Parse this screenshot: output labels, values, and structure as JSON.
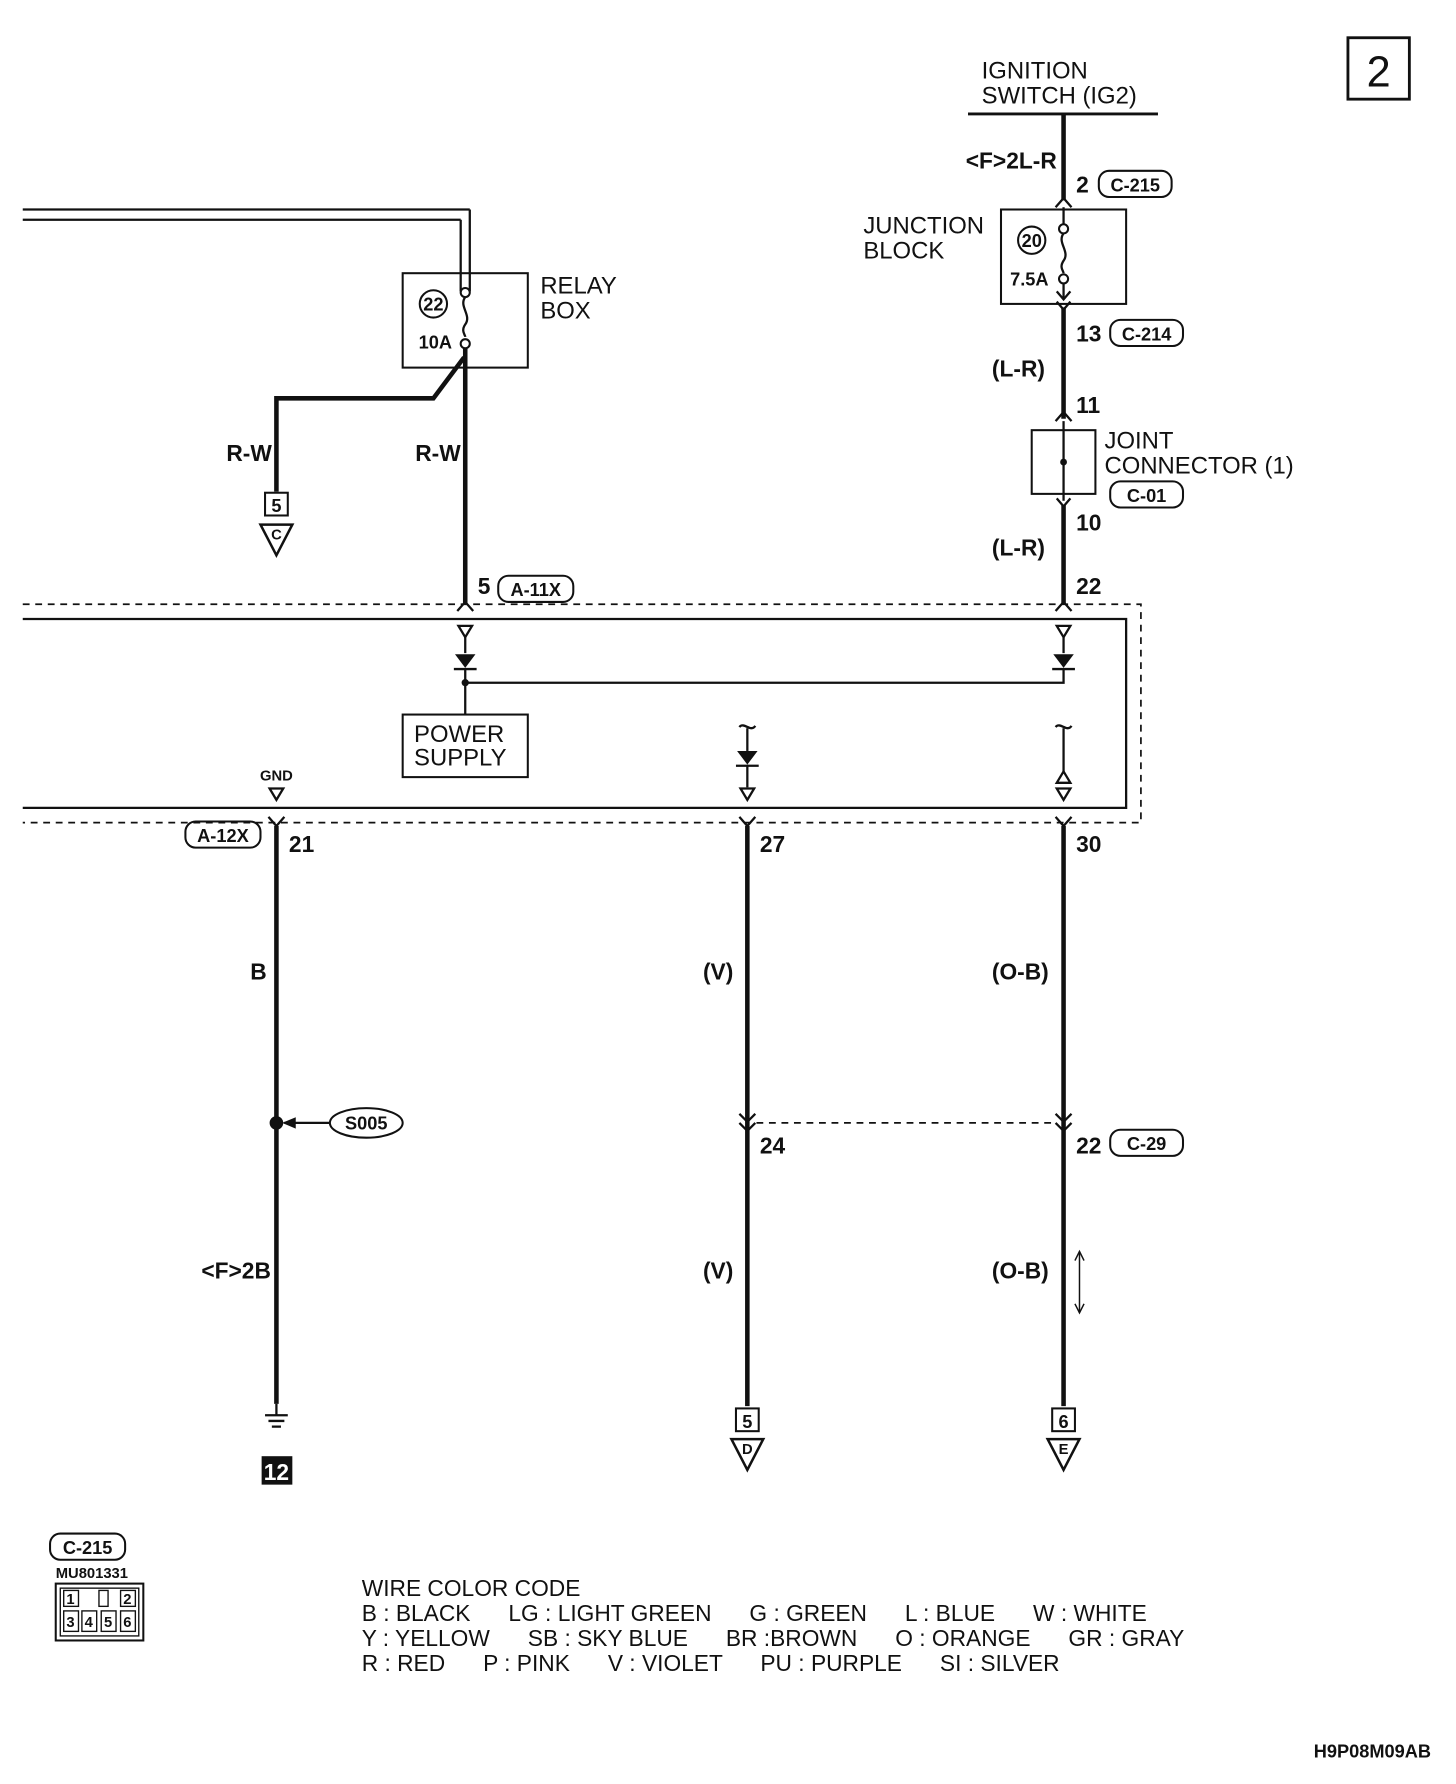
{
  "page_number": "2",
  "ignition": {
    "line1": "IGNITION",
    "line2": "SWITCH (IG2)"
  },
  "wire_labels": {
    "f2lr": "<F>2L-R",
    "lr_top": "(L-R)",
    "lr_bottom": "(L-R)",
    "rw_left": "R-W",
    "rw_right": "R-W",
    "b": "B",
    "f2b": "<F>2B",
    "v_upper": "(V)",
    "v_lower": "(V)",
    "ob_upper": "(O-B)",
    "ob_lower": "(O-B)"
  },
  "junction_block": {
    "line1": "JUNCTION",
    "line2": "BLOCK",
    "fuse_no": "20",
    "rating": "7.5A"
  },
  "relay_box": {
    "line1": "RELAY",
    "line2": "BOX",
    "fuse_no": "22",
    "rating": "10A"
  },
  "joint_connector": {
    "line1": "JOINT",
    "line2": "CONNECTOR (1)",
    "connector": "C-01"
  },
  "connectors": {
    "c215": "C-215",
    "c214": "C-214",
    "a11x": "A-11X",
    "a12x": "A-12X",
    "c29": "C-29",
    "s005": "S005"
  },
  "pins": {
    "p2": "2",
    "p13": "13",
    "p11": "11",
    "p10": "10",
    "p22_top": "22",
    "p5": "5",
    "p21": "21",
    "p27": "27",
    "p30": "30",
    "p24": "24",
    "p22_c29": "22"
  },
  "ecu": {
    "gnd": "GND",
    "power_supply_1": "POWER",
    "power_supply_2": "SUPPLY"
  },
  "off_page": {
    "c_num": "5",
    "c_letter": "C",
    "d_num": "5",
    "d_letter": "D",
    "e_num": "6",
    "e_letter": "E",
    "ground_num": "12"
  },
  "legend_connector": {
    "name": "C-215",
    "part": "MU801331",
    "pins": [
      "1",
      "2",
      "3",
      "4",
      "5",
      "6"
    ]
  },
  "wire_color_code": {
    "title": "WIRE COLOR CODE",
    "row1": "B : BLACK      LG : LIGHT GREEN      G : GREEN      L : BLUE      W : WHITE",
    "row2": "Y : YELLOW      SB : SKY BLUE      BR :BROWN      O : ORANGE      GR : GRAY",
    "row3": "R : RED      P : PINK      V : VIOLET      PU : PURPLE      SI : SILVER"
  },
  "figure_code": "H9P08M09AB"
}
